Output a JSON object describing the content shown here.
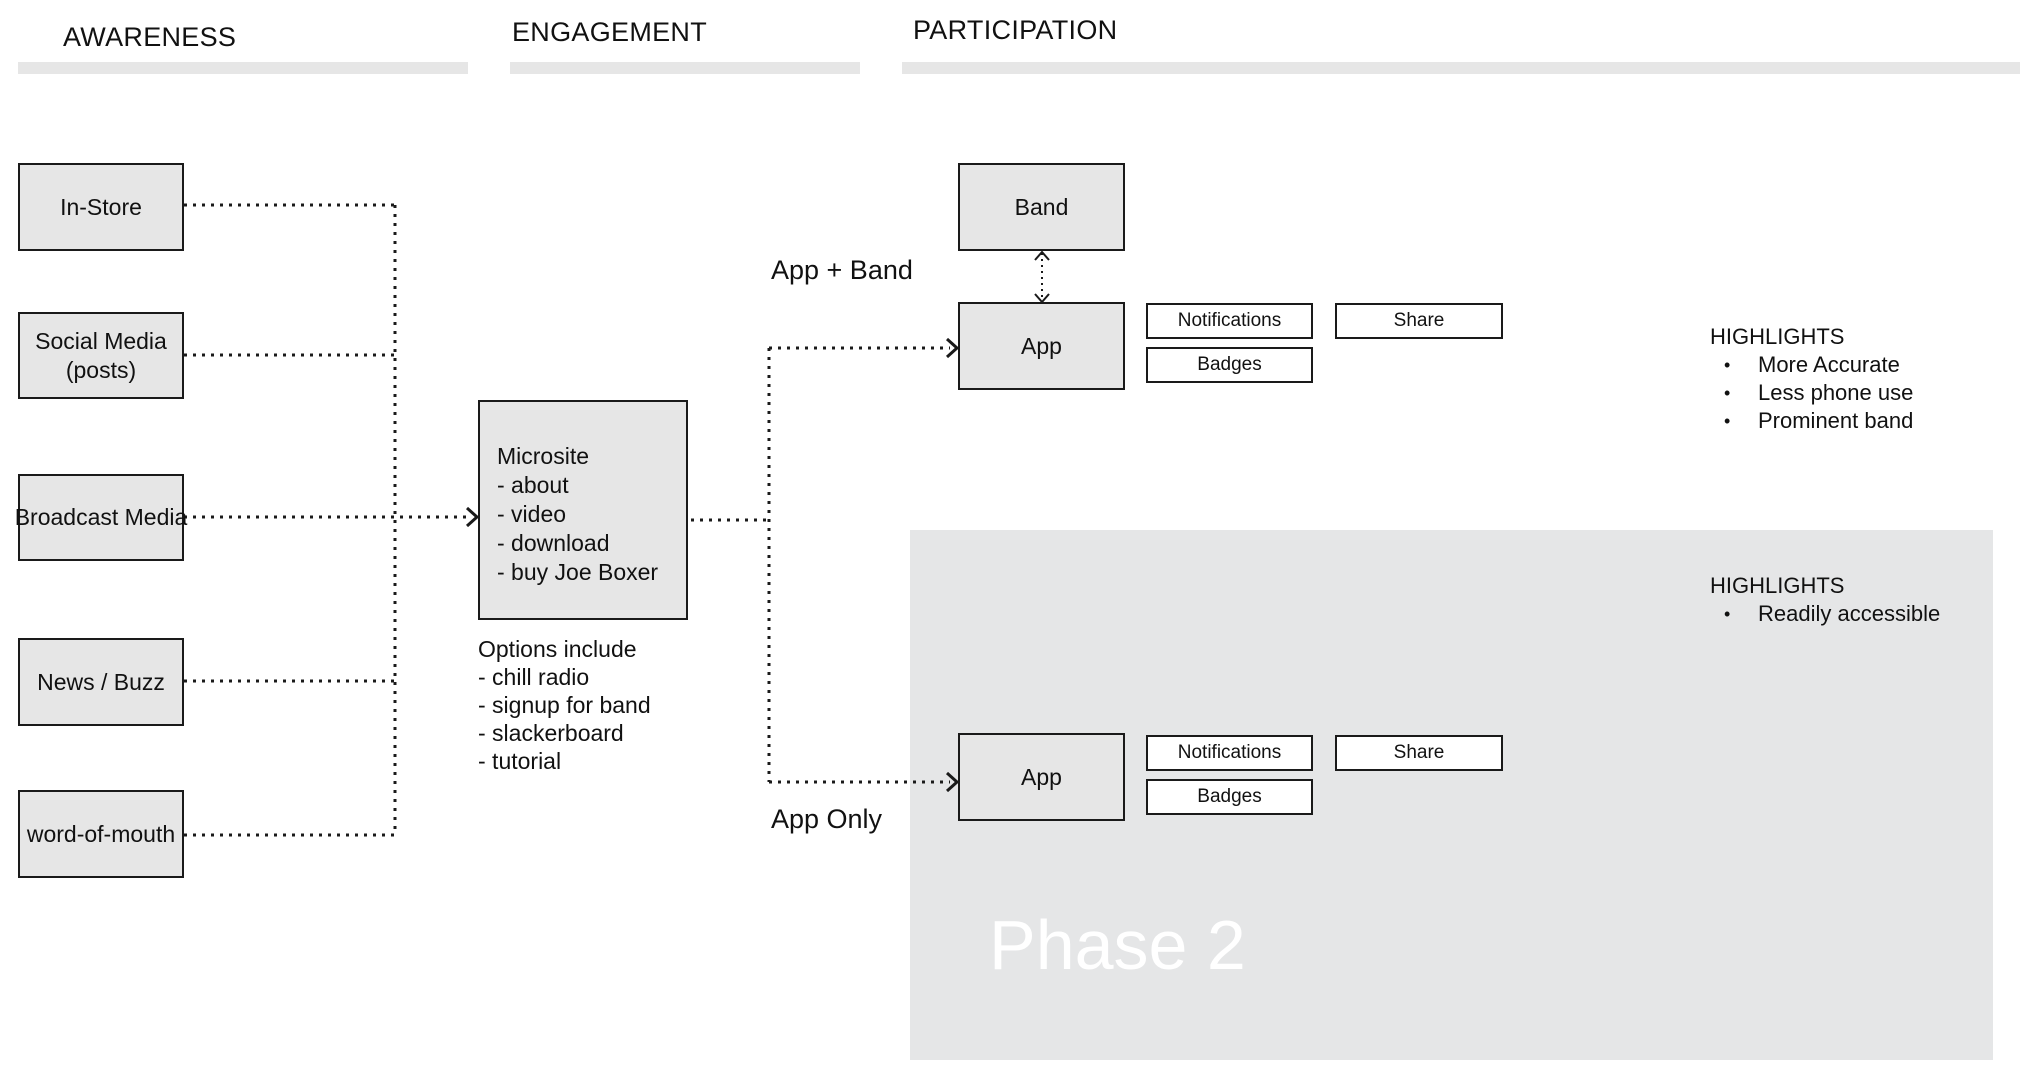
{
  "stages": [
    {
      "title": "AWARENESS"
    },
    {
      "title": "ENGAGEMENT"
    },
    {
      "title": "PARTICIPATION"
    }
  ],
  "awareness_sources": [
    "In-Store",
    "Social Media\n(posts)",
    "Broadcast Media",
    "News / Buzz",
    "word-of-mouth"
  ],
  "microsite": {
    "title": "Microsite",
    "items": [
      "- about",
      "- video",
      "- download",
      "- buy Joe Boxer"
    ]
  },
  "options": {
    "title": "Options include",
    "items": [
      "- chill radio",
      "- signup for band",
      "- slackerboard",
      "- tutorial"
    ]
  },
  "paths": {
    "app_band_label": "App + Band",
    "app_only_label": "App Only"
  },
  "participation": {
    "band": "Band",
    "app": "App",
    "notifications": "Notifications",
    "badges": "Badges",
    "share": "Share"
  },
  "highlights_top": {
    "title": "HIGHLIGHTS",
    "items": [
      "More Accurate",
      "Less phone use",
      "Prominent band"
    ]
  },
  "highlights_bottom": {
    "title": "HIGHLIGHTS",
    "items": [
      "Readily accessible"
    ]
  },
  "phase_label": "Phase 2",
  "colors": {
    "node_fill": "#e6e6e6",
    "phase_fill": "#e5e6e7",
    "stroke": "#1a1a1a"
  }
}
